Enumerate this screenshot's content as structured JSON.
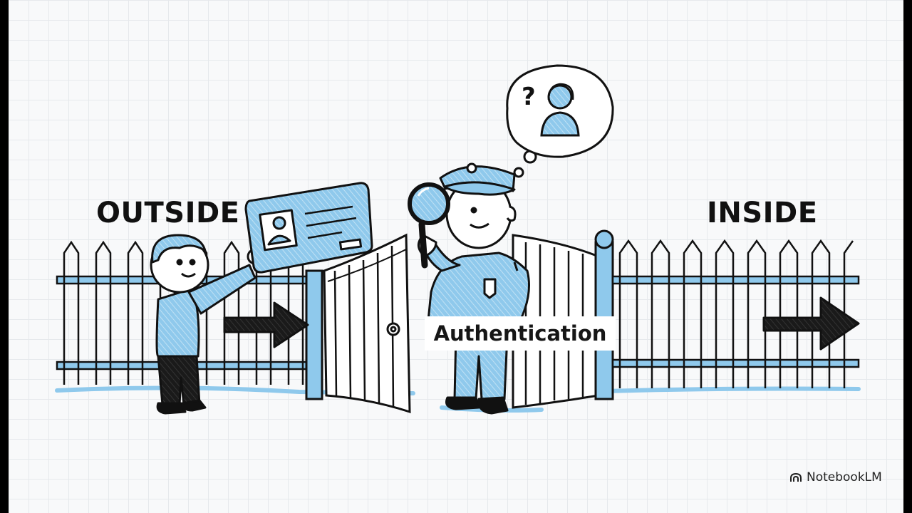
{
  "labels": {
    "outside": "OUTSIDE",
    "inside": "INSIDE",
    "process": "Authentication",
    "question_mark": "?"
  },
  "brand": {
    "name": "NotebookLM",
    "icon": "notebooklm-logo-icon"
  },
  "colors": {
    "accent_blue": "#8fc9ec",
    "ink": "#111111",
    "grid": "#e6e9ec"
  }
}
